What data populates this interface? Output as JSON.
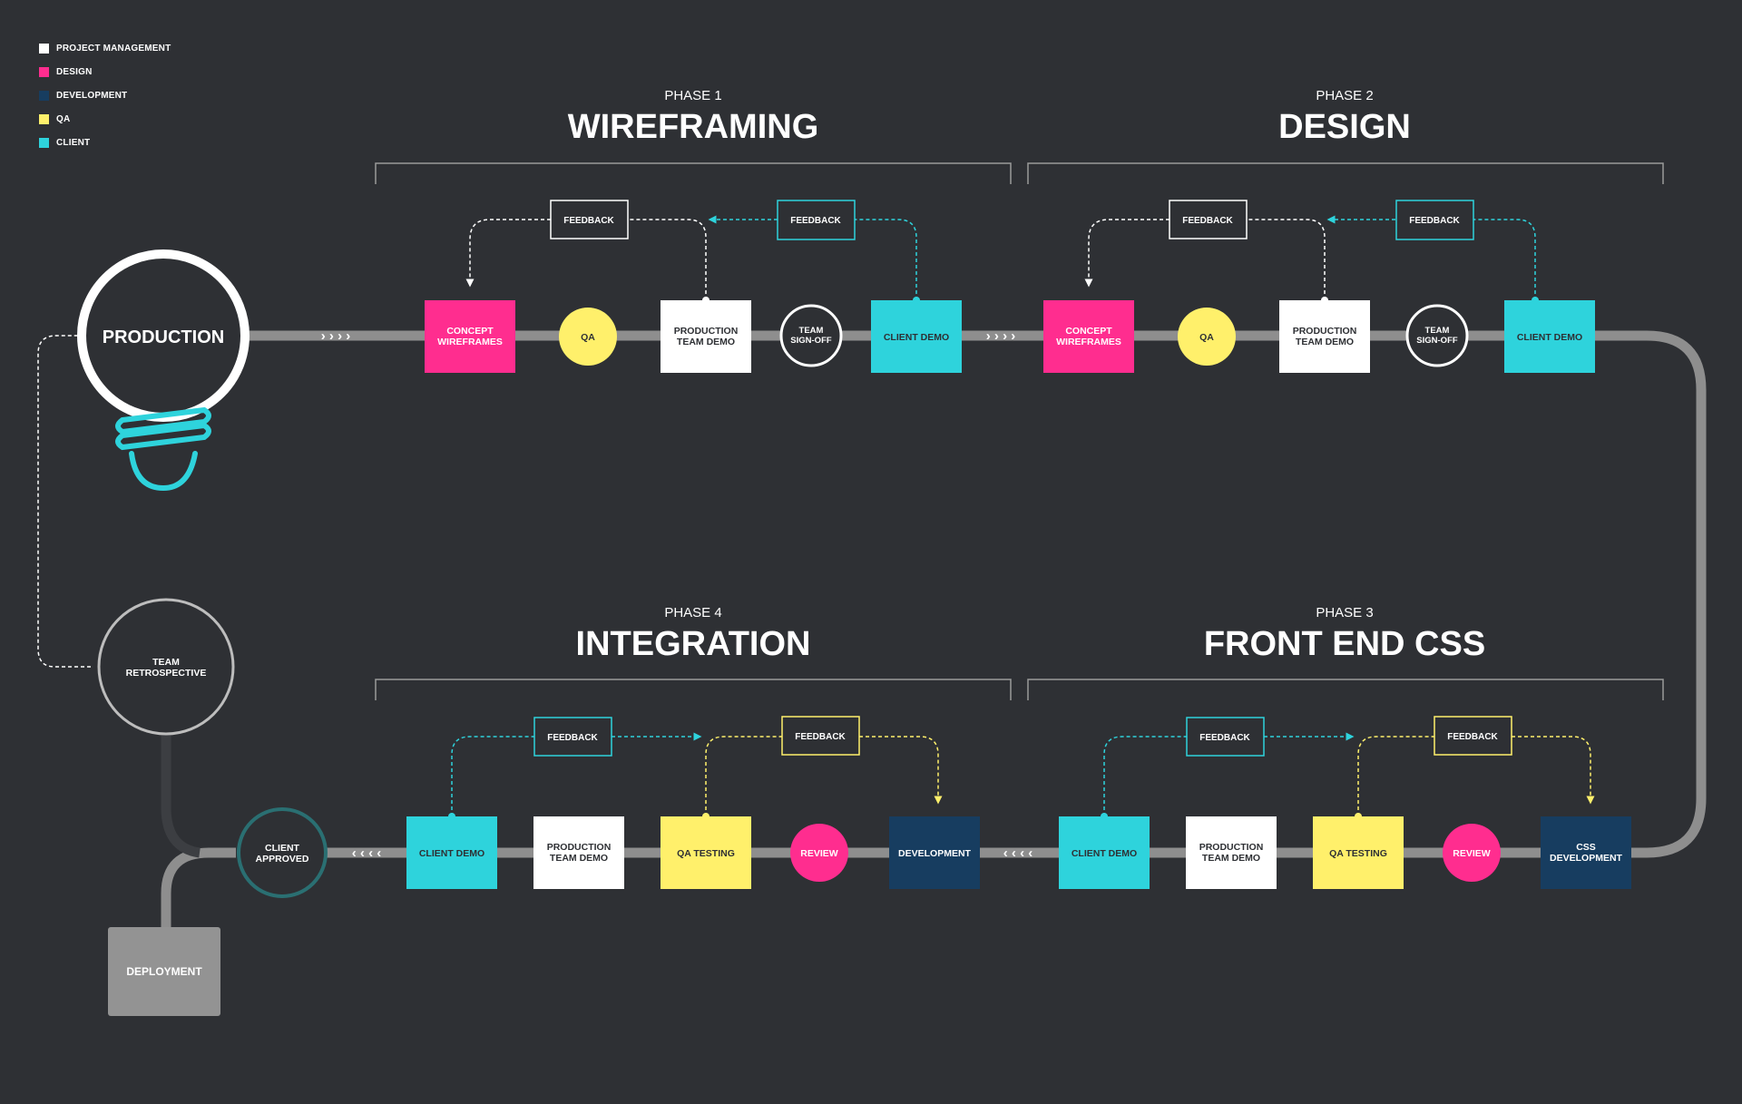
{
  "legend": [
    {
      "label": "PROJECT MANAGEMENT",
      "color": "#ffffff"
    },
    {
      "label": "DESIGN",
      "color": "#ff2d8f"
    },
    {
      "label": "DEVELOPMENT",
      "color": "#173d60"
    },
    {
      "label": "QA",
      "color": "#fff06b"
    },
    {
      "label": "CLIENT",
      "color": "#2ed3dc"
    }
  ],
  "phases": {
    "p1": {
      "label": "PHASE 1",
      "title": "WIREFRAMING"
    },
    "p2": {
      "label": "PHASE 2",
      "title": "DESIGN"
    },
    "p3": {
      "label": "PHASE 3",
      "title": "FRONT END CSS"
    },
    "p4": {
      "label": "PHASE 4",
      "title": "INTEGRATION"
    }
  },
  "production": "PRODUCTION",
  "team_retrospective": [
    "TEAM",
    "RETROSPECTIVE"
  ],
  "deployment": "DEPLOYMENT",
  "client_approved": [
    "CLIENT",
    "APPROVED"
  ],
  "feedback": "FEEDBACK",
  "arrows_right": "› › › ›",
  "arrows_left": "‹ ‹ ‹ ‹",
  "nodes": {
    "concept_wireframes": [
      "CONCEPT",
      "WIREFRAMES"
    ],
    "qa": "QA",
    "production_team_demo": [
      "PRODUCTION",
      "TEAM DEMO"
    ],
    "team_signoff": [
      "TEAM",
      "SIGN-OFF"
    ],
    "client_demo": "CLIENT DEMO",
    "qa_testing": "QA TESTING",
    "review": "REVIEW",
    "development": "DEVELOPMENT",
    "css_development": [
      "CSS",
      "DEVELOPMENT"
    ]
  },
  "colors": {
    "background": "#2e3034",
    "pink": "#ff2d8f",
    "yellow": "#fff06b",
    "cyan": "#2ed3dc",
    "navy": "#173d60",
    "white": "#ffffff",
    "track": "#8e8e8e",
    "deployment": "#939393",
    "teal_ring": "#2a6f72",
    "circle_gray": "#bdbdbd"
  }
}
